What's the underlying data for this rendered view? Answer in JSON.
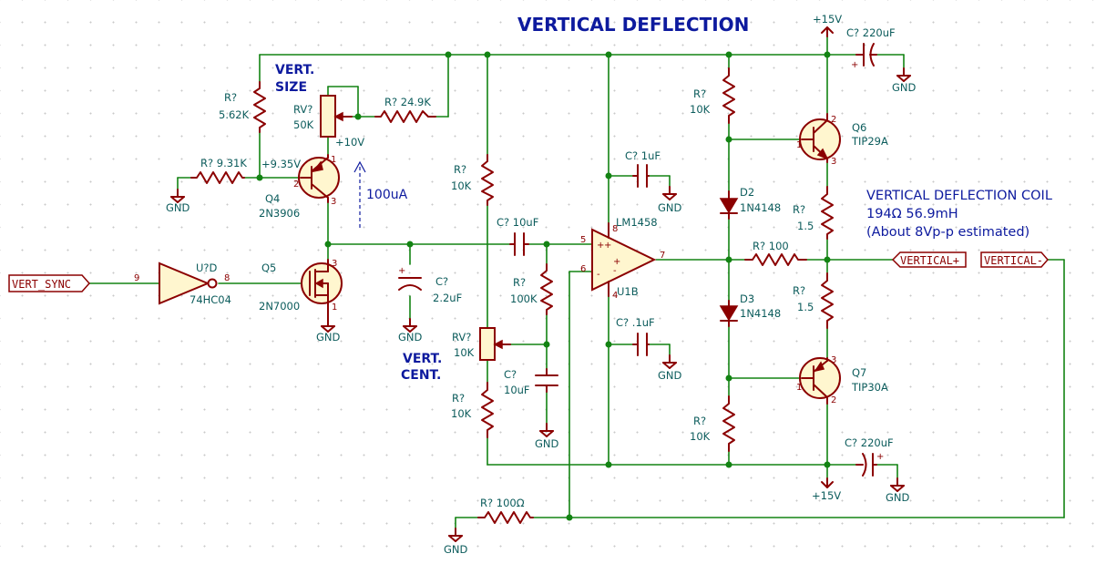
{
  "title": "VERTICAL DEFLECTION",
  "notes": {
    "vert_size": [
      "VERT.",
      "SIZE"
    ],
    "vert_cent": [
      "VERT.",
      "CENT."
    ],
    "coil": [
      "VERTICAL DEFLECTION COIL",
      "194Ω 56.9mH",
      "(About 8Vp-p estimated)"
    ],
    "current": "100uA",
    "v10": "+10V",
    "v935": "+9.35V"
  },
  "labels": {
    "vert_sync": "VERT_SYNC",
    "vertical_plus": "VERTICAL+",
    "vertical_minus": "VERTICAL-"
  },
  "power": {
    "gnd": "GND",
    "vcc": "+15V"
  },
  "components": {
    "r1": {
      "ref": "R?",
      "value": "5.62K"
    },
    "rv1": {
      "ref": "RV?",
      "value": "50K"
    },
    "r2": {
      "ref": "R?",
      "value": "24.9K"
    },
    "r3": {
      "ref": "R?",
      "value": "9.31K"
    },
    "q4": {
      "ref": "Q4",
      "value": "2N3906"
    },
    "u1d": {
      "ref": "U?D",
      "value": "74HC04"
    },
    "q5": {
      "ref": "Q5",
      "value": "2N7000"
    },
    "c1": {
      "ref": "C?",
      "value": "2.2uF"
    },
    "r4": {
      "ref": "R?",
      "value": "10K"
    },
    "c2": {
      "ref": "C?",
      "value": "10uF"
    },
    "r5": {
      "ref": "R?",
      "value": "100K"
    },
    "rv2": {
      "ref": "RV?",
      "value": "10K"
    },
    "c3": {
      "ref": "C?",
      "value": "10uF"
    },
    "r6": {
      "ref": "R?",
      "value": "10K"
    },
    "c4": {
      "ref": "C?",
      "value": "1uF"
    },
    "u1b": {
      "ref": "U1B",
      "value": "LM1458"
    },
    "c5": {
      "ref": "C?",
      "value": ".1uF"
    },
    "r7": {
      "ref": "R?",
      "value": "10K"
    },
    "d2": {
      "ref": "D2",
      "value": "1N4148"
    },
    "d3": {
      "ref": "D3",
      "value": "1N4148"
    },
    "r8": {
      "ref": "R?",
      "value": "10K"
    },
    "q6": {
      "ref": "Q6",
      "value": "TIP29A"
    },
    "q7": {
      "ref": "Q7",
      "value": "TIP30A"
    },
    "r9": {
      "ref": "R?",
      "value": "1.5"
    },
    "r10": {
      "ref": "R?",
      "value": "1.5"
    },
    "r11": {
      "ref": "R?",
      "value": "100"
    },
    "c6": {
      "ref": "C?",
      "value": "220uF"
    },
    "c7": {
      "ref": "C?",
      "value": "220uF"
    },
    "r12": {
      "ref": "R?",
      "value": "100Ω"
    }
  },
  "pins": {
    "u1d_in": "9",
    "u1d_out": "8",
    "q_b": "2",
    "q_e": "3",
    "q_c": "1",
    "q_b1": "1",
    "q_c2": "2",
    "op_p": "5",
    "op_m": "6",
    "op_o": "7",
    "op_v": "8",
    "op_g": "4",
    "plus": "+",
    "minus": "-"
  }
}
